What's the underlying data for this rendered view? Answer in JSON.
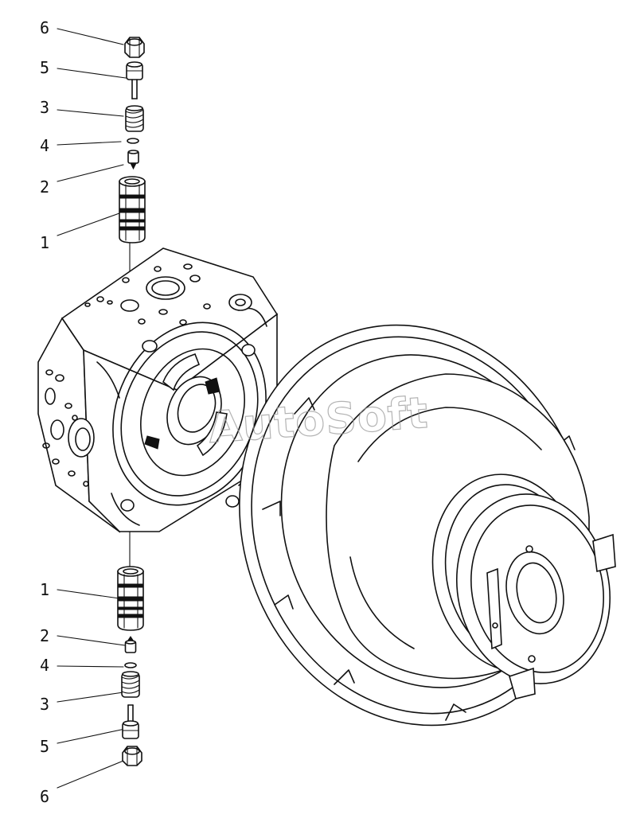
{
  "callouts_top": [
    {
      "label": "6",
      "part": "cap nut"
    },
    {
      "label": "5",
      "part": "plunger"
    },
    {
      "label": "3",
      "part": "spring"
    },
    {
      "label": "4",
      "part": "o-ring"
    },
    {
      "label": "2",
      "part": "seat"
    },
    {
      "label": "1",
      "part": "relief valve cartridge"
    }
  ],
  "callouts_bottom": [
    {
      "label": "1",
      "part": "relief valve cartridge"
    },
    {
      "label": "2",
      "part": "seat"
    },
    {
      "label": "4",
      "part": "o-ring"
    },
    {
      "label": "3",
      "part": "spring"
    },
    {
      "label": "5",
      "part": "plunger"
    },
    {
      "label": "6",
      "part": "cap nut"
    }
  ],
  "watermark": "AutoSoft",
  "colors": {
    "ink": "#111111",
    "paper": "#ffffff",
    "watermark": "#9a9a9a"
  }
}
